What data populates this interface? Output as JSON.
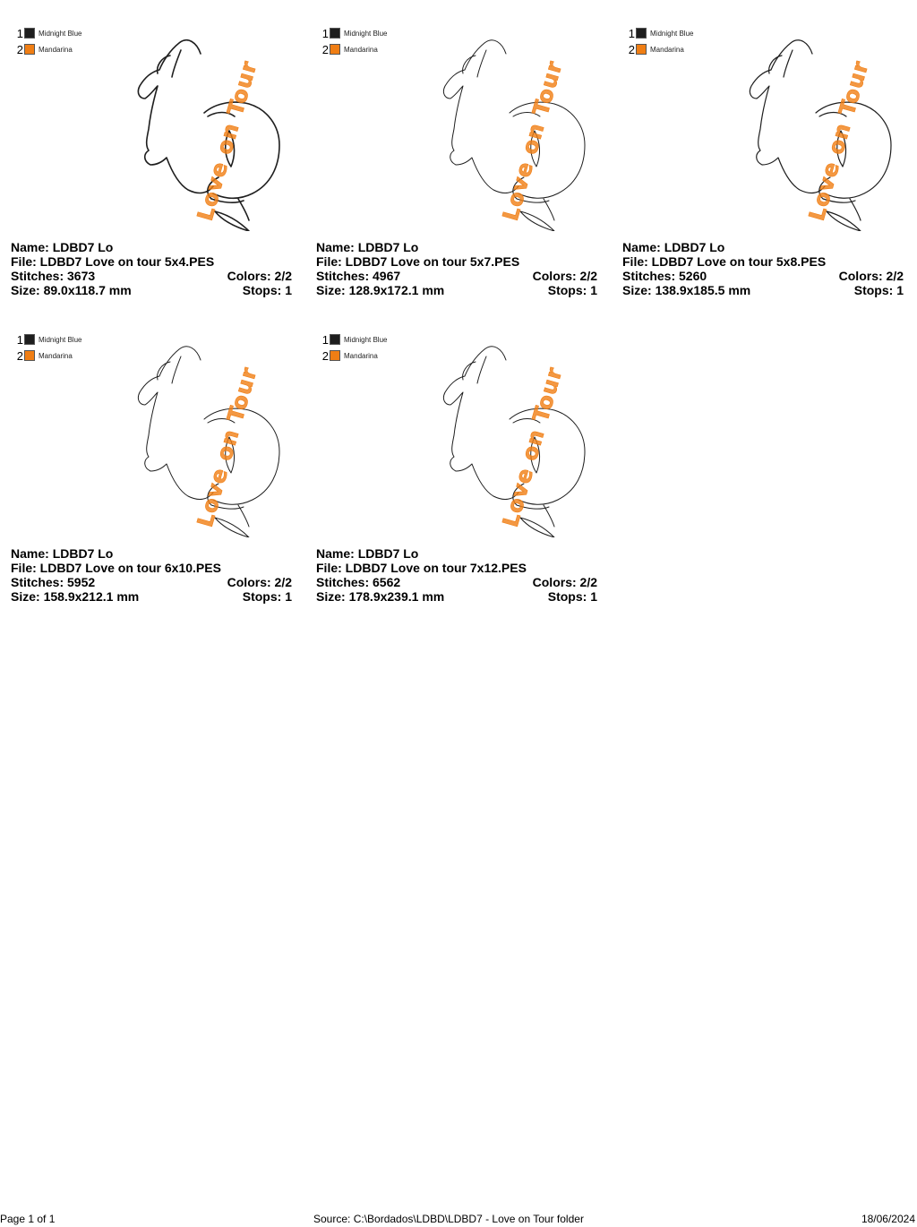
{
  "legend": [
    {
      "num": "1",
      "name": "Midnight Blue",
      "color": "#1e1e1e"
    },
    {
      "num": "2",
      "name": "Mandarina",
      "color": "#f07e14"
    }
  ],
  "preview_text": "Love on Tour",
  "labels": {
    "name": "Name:",
    "file": "File:",
    "stitches": "Stitches:",
    "colors": "Colors:",
    "size": "Size:",
    "stops": "Stops:"
  },
  "designs": [
    {
      "name": "LDBD7 Lo",
      "file": "LDBD7 Love on tour 5x4.PES",
      "stitches": "3673",
      "colors": "2/2",
      "size": "89.0x118.7 mm",
      "stops": "1"
    },
    {
      "name": "LDBD7 Lo",
      "file": "LDBD7 Love on tour 5x7.PES",
      "stitches": "4967",
      "colors": "2/2",
      "size": "128.9x172.1 mm",
      "stops": "1"
    },
    {
      "name": "LDBD7 Lo",
      "file": "LDBD7 Love on tour 5x8.PES",
      "stitches": "5260",
      "colors": "2/2",
      "size": "138.9x185.5 mm",
      "stops": "1"
    },
    {
      "name": "LDBD7 Lo",
      "file": "LDBD7 Love on tour 6x10.PES",
      "stitches": "5952",
      "colors": "2/2",
      "size": "158.9x212.1 mm",
      "stops": "1"
    },
    {
      "name": "LDBD7 Lo",
      "file": "LDBD7 Love on tour 7x12.PES",
      "stitches": "6562",
      "colors": "2/2",
      "size": "178.9x239.1 mm",
      "stops": "1"
    }
  ],
  "footer": {
    "page": "Page 1 of 1",
    "source": "Source: C:\\Bordados\\LDBD\\LDBD7 - Love on Tour folder",
    "date": "18/06/2024"
  }
}
